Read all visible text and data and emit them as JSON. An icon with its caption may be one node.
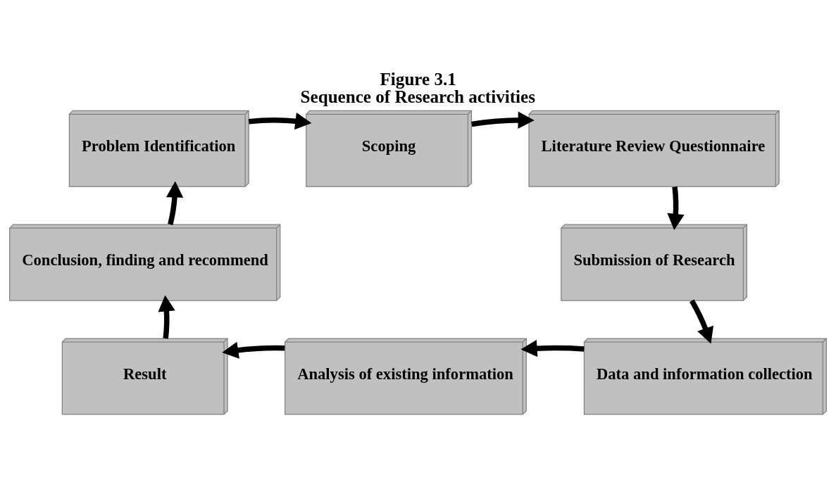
{
  "diagram": {
    "title": "Figure 3.1",
    "caption": "Sequence of Research activities",
    "nodes": [
      {
        "text": [
          "Problem Identification"
        ]
      },
      {
        "text": [
          "Scoping"
        ]
      },
      {
        "text": [
          "Literature Review Questionnaire"
        ]
      },
      {
        "text": [
          "Conclusion, finding and recommend"
        ]
      },
      {
        "text": [
          "Submission of Research"
        ]
      },
      {
        "text": [
          "Data and information collection"
        ]
      },
      {
        "text": [
          "Result"
        ]
      },
      {
        "text": [
          "Analysis of existing information"
        ]
      }
    ],
    "edges": [
      {
        "from": 0,
        "to": 1,
        "arrow": "to"
      },
      {
        "from": 1,
        "to": 2,
        "arrow": "to"
      },
      {
        "from": 2,
        "to": 4,
        "arrow": "to"
      },
      {
        "from": 4,
        "to": 5,
        "arrow": "to"
      },
      {
        "from": 5,
        "to": 7,
        "arrow": "to"
      },
      {
        "from": 7,
        "to": 6,
        "arrow": "to"
      },
      {
        "from": 6,
        "to": 3,
        "arrow": "to"
      },
      {
        "from": 3,
        "to": 0,
        "arrow": "to"
      }
    ]
  }
}
